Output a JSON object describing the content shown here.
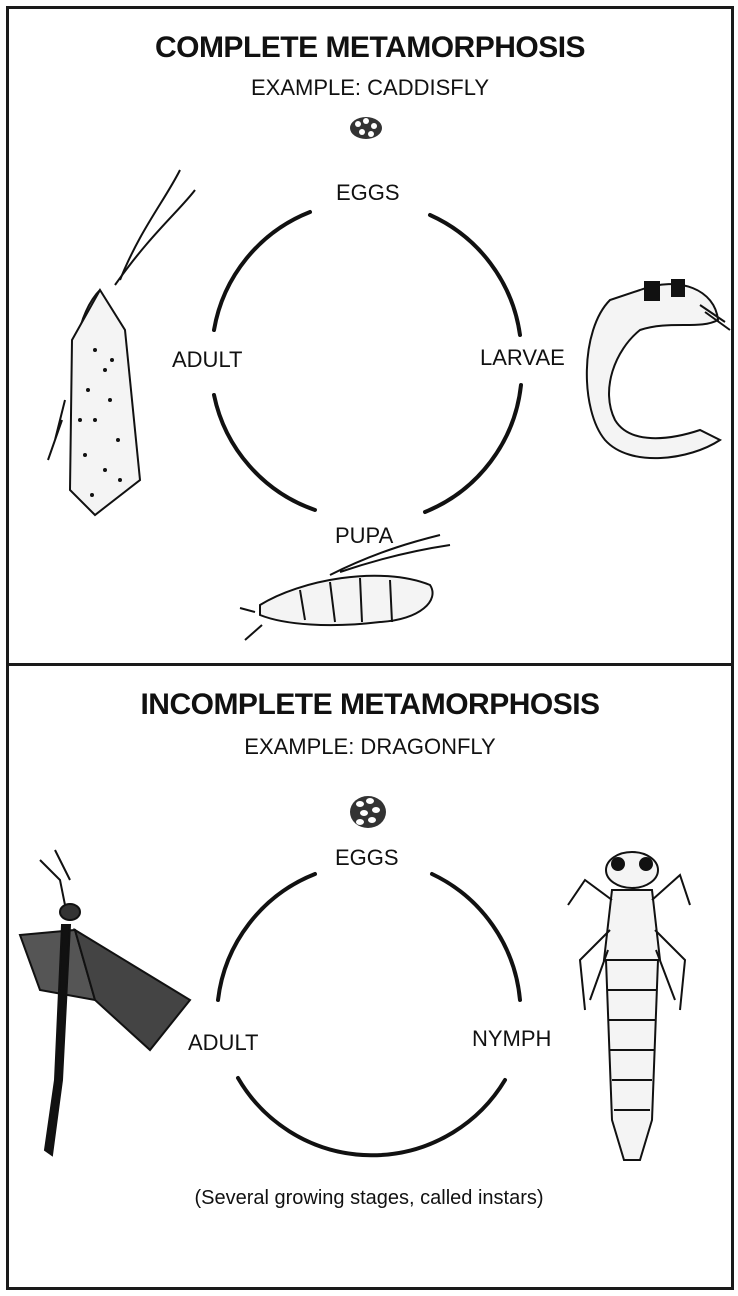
{
  "complete": {
    "title": "COMPLETE METAMORPHOSIS",
    "example": "EXAMPLE:  CADDISFLY",
    "stages": {
      "top": "EGGS",
      "right": "LARVAE",
      "bottom": "PUPA",
      "left": "ADULT"
    },
    "icons": [
      "egg-cluster-icon",
      "caddisfly-adult-icon",
      "caddisfly-larva-icon",
      "caddisfly-pupa-icon"
    ]
  },
  "incomplete": {
    "title": "INCOMPLETE METAMORPHOSIS",
    "example": "EXAMPLE:  DRAGONFLY",
    "stages": {
      "top": "EGGS",
      "right": "NYMPH",
      "left": "ADULT"
    },
    "note": "(Several growing stages, called instars)",
    "icons": [
      "egg-cluster-icon",
      "dragonfly-adult-icon",
      "dragonfly-nymph-icon"
    ]
  },
  "colors": {
    "ink": "#111111",
    "paper": "#ffffff"
  }
}
